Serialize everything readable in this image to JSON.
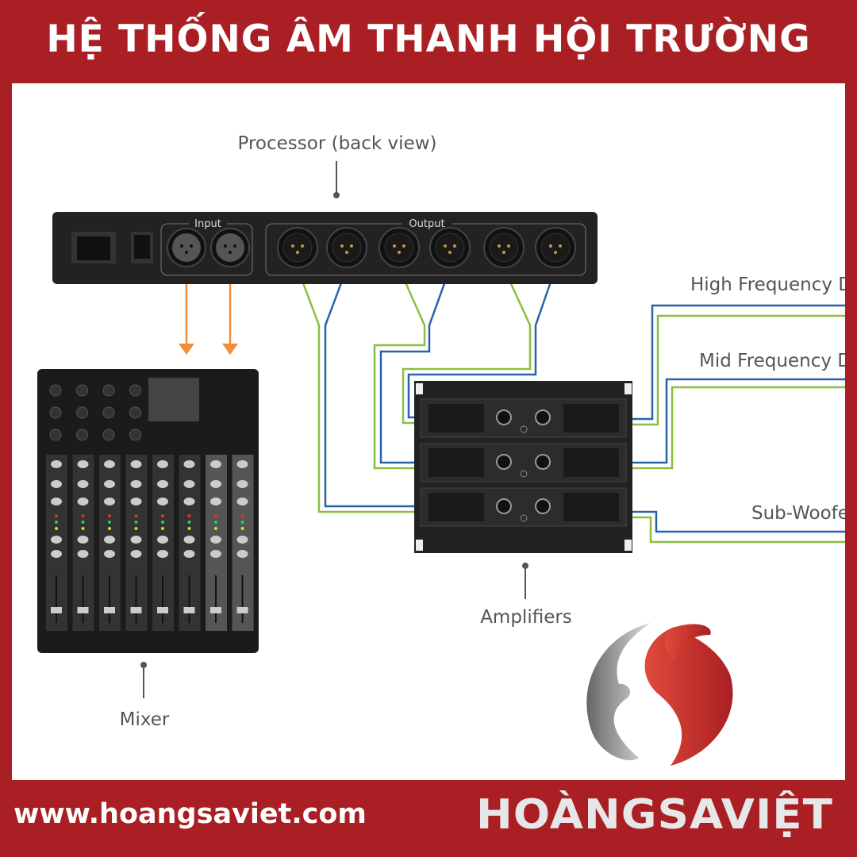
{
  "header": {
    "title": "HỆ THỐNG ÂM THANH HỘI TRƯỜNG"
  },
  "diagram": {
    "processor_label": "Processor (back view)",
    "input_label": "Input",
    "output_label": "Output",
    "mixer_label": "Mixer",
    "amplifiers_label": "Amplifiers",
    "high_label": "High Frequency Dr",
    "mid_label": "Mid Frequency Dr",
    "sub_label": "Sub-Woofe"
  },
  "colors": {
    "brand_red": "#a91f23",
    "cable_green": "#8cbd3f",
    "cable_blue": "#2a62a8",
    "cable_orange": "#f28c38"
  },
  "footer": {
    "url": "www.hoangsaviet.com",
    "logo_text": "HOANGSAVIET"
  }
}
